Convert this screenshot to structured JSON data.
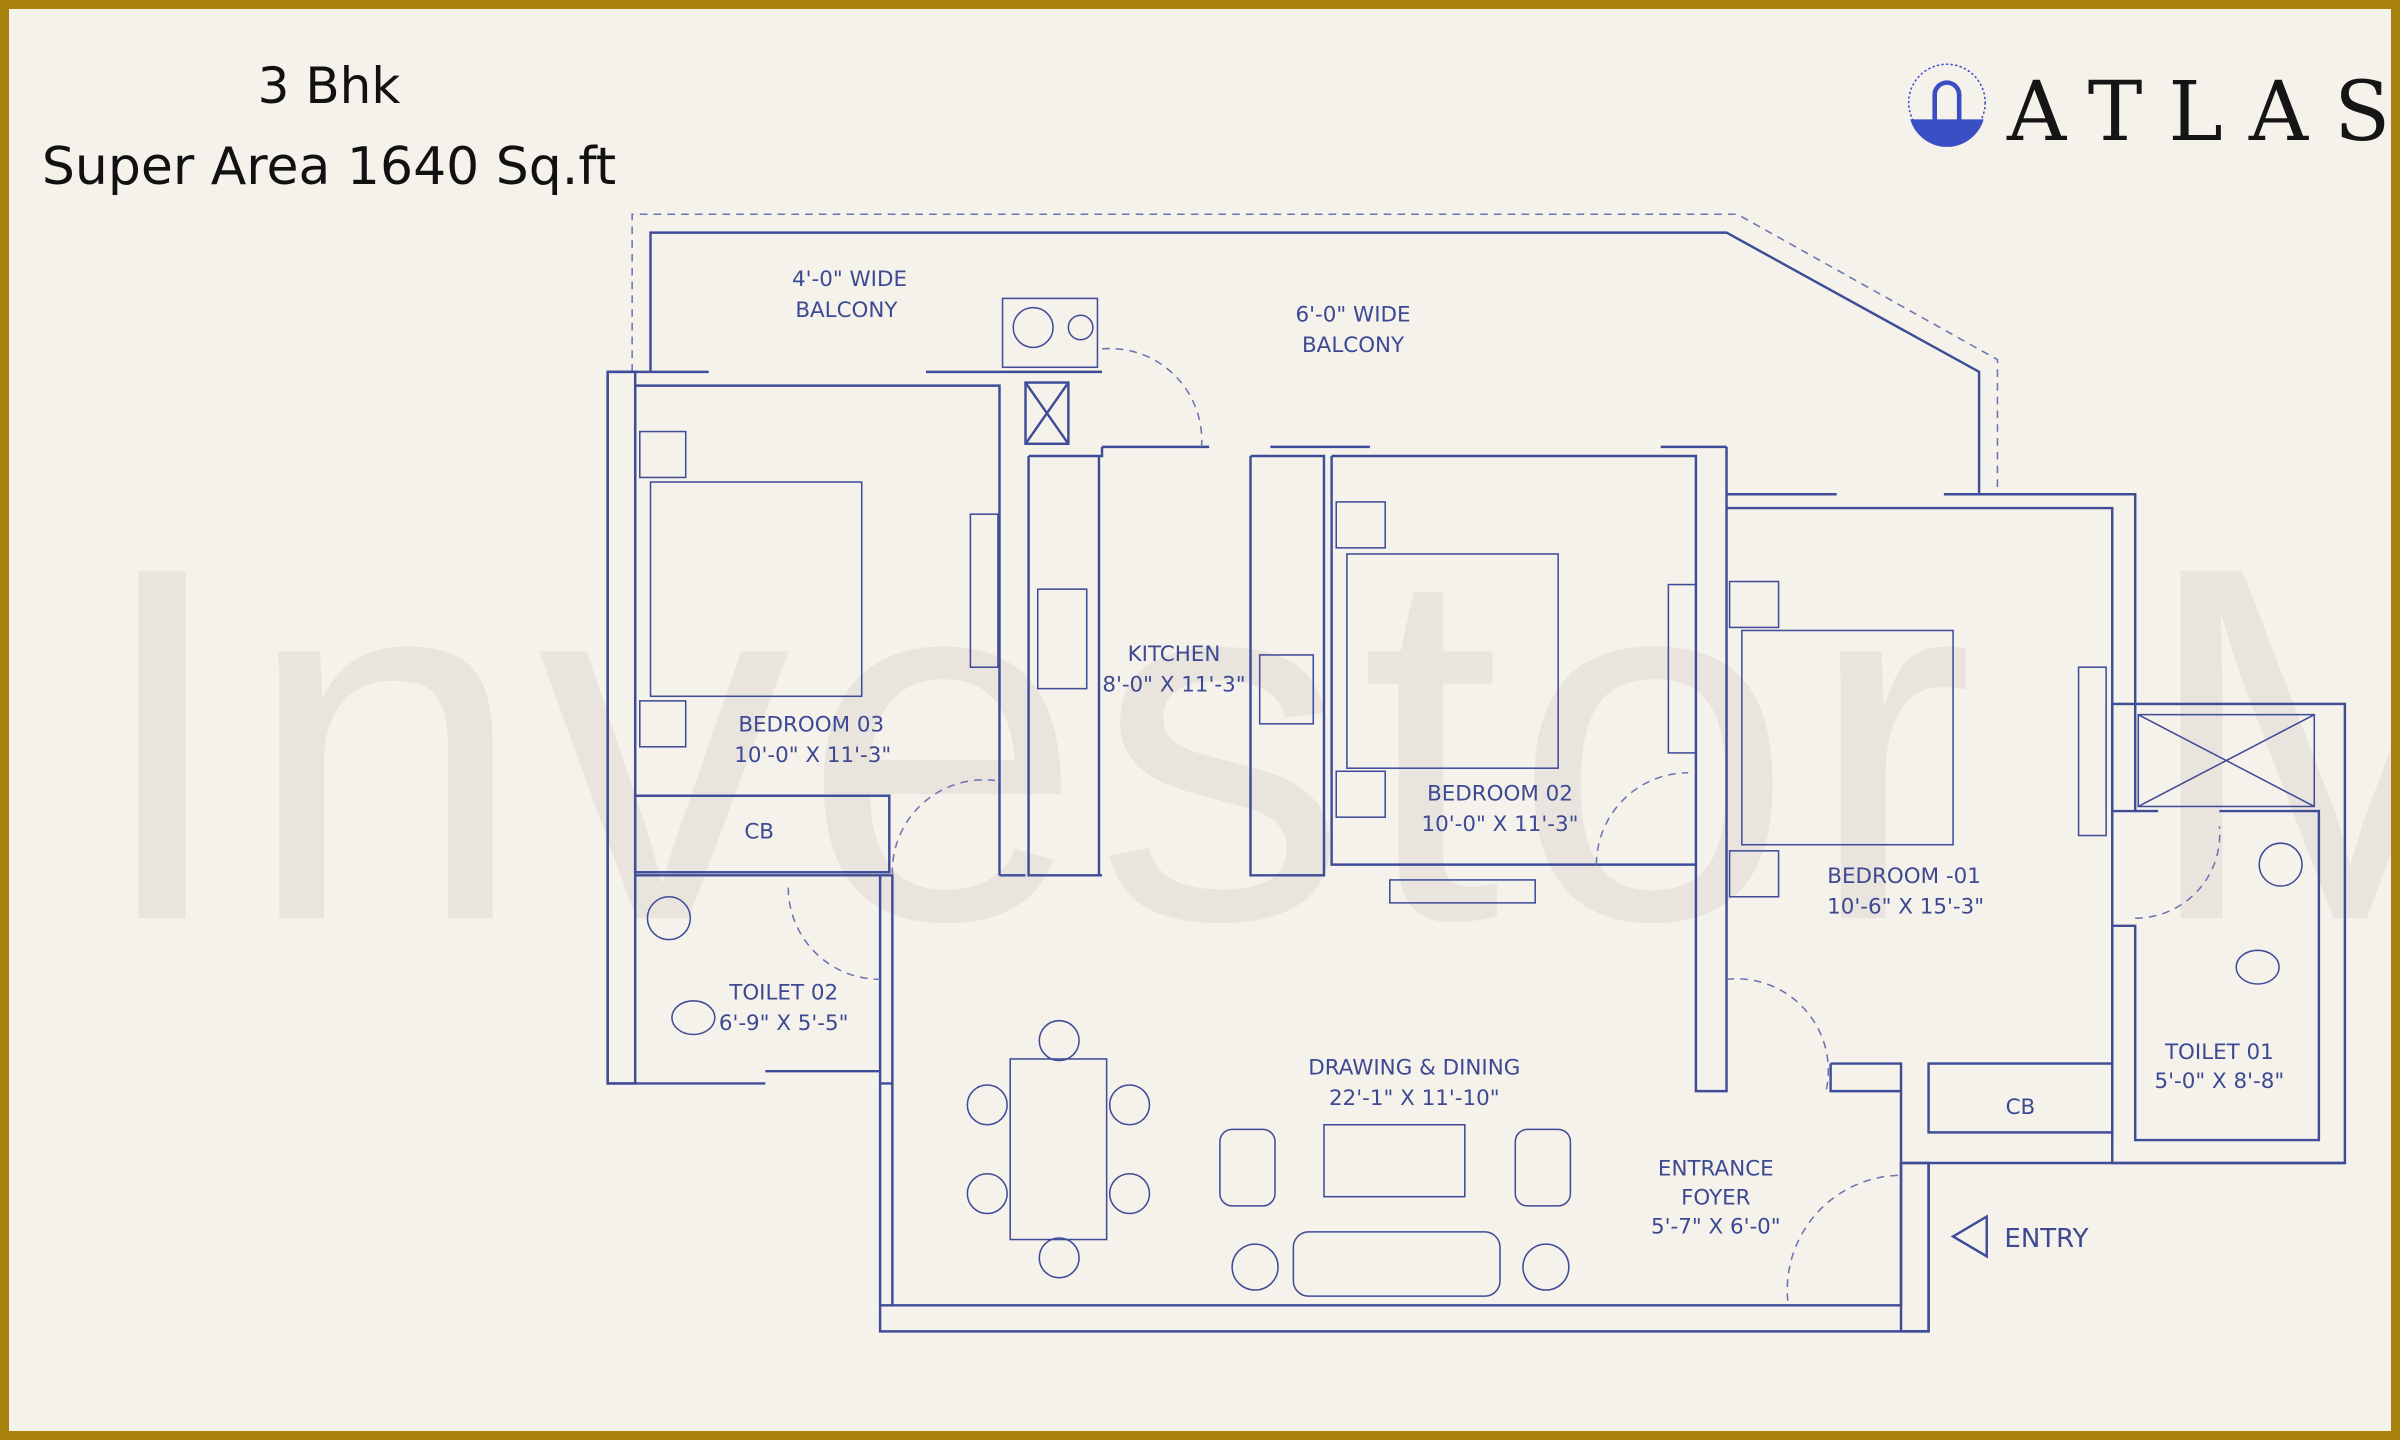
{
  "header": {
    "config": "3 Bhk",
    "super_area": "Super Area 1640 Sq.ft"
  },
  "brand": {
    "name": "ATLAS",
    "logo_icon": "arch-sunburst-logo",
    "color": "#3a4fc4"
  },
  "watermark": "Investor Mart",
  "colors": {
    "frame": "#a8800c",
    "background": "#f5f1eb",
    "lines": "#3f4c98"
  },
  "rooms": {
    "balcony_4": {
      "line1": "4'-0\" WIDE",
      "line2": "BALCONY"
    },
    "balcony_6": {
      "line1": "6'-0\" WIDE",
      "line2": "BALCONY"
    },
    "kitchen": {
      "name": "KITCHEN",
      "size": "8'-0\" X 11'-3\""
    },
    "bedroom03": {
      "name": "BEDROOM 03",
      "size": "10'-0\" X 11'-3\""
    },
    "bedroom02": {
      "name": "BEDROOM 02",
      "size": "10'-0\" X 11'-3\""
    },
    "bedroom01": {
      "name": "BEDROOM -01",
      "size": "10'-6\" X 15'-3\""
    },
    "toilet02": {
      "name": "TOILET 02",
      "size": "6'-9\" X 5'-5\""
    },
    "toilet01": {
      "name": "TOILET 01",
      "size": "5'-0\" X 8'-8\""
    },
    "drawing": {
      "name": "DRAWING & DINING",
      "size": "22'-1\" X 11'-10\""
    },
    "foyer": {
      "line1": "ENTRANCE",
      "line2": "FOYER",
      "size": "5'-7\" X 6'-0\""
    },
    "cb": "CB",
    "entry": "ENTRY"
  }
}
